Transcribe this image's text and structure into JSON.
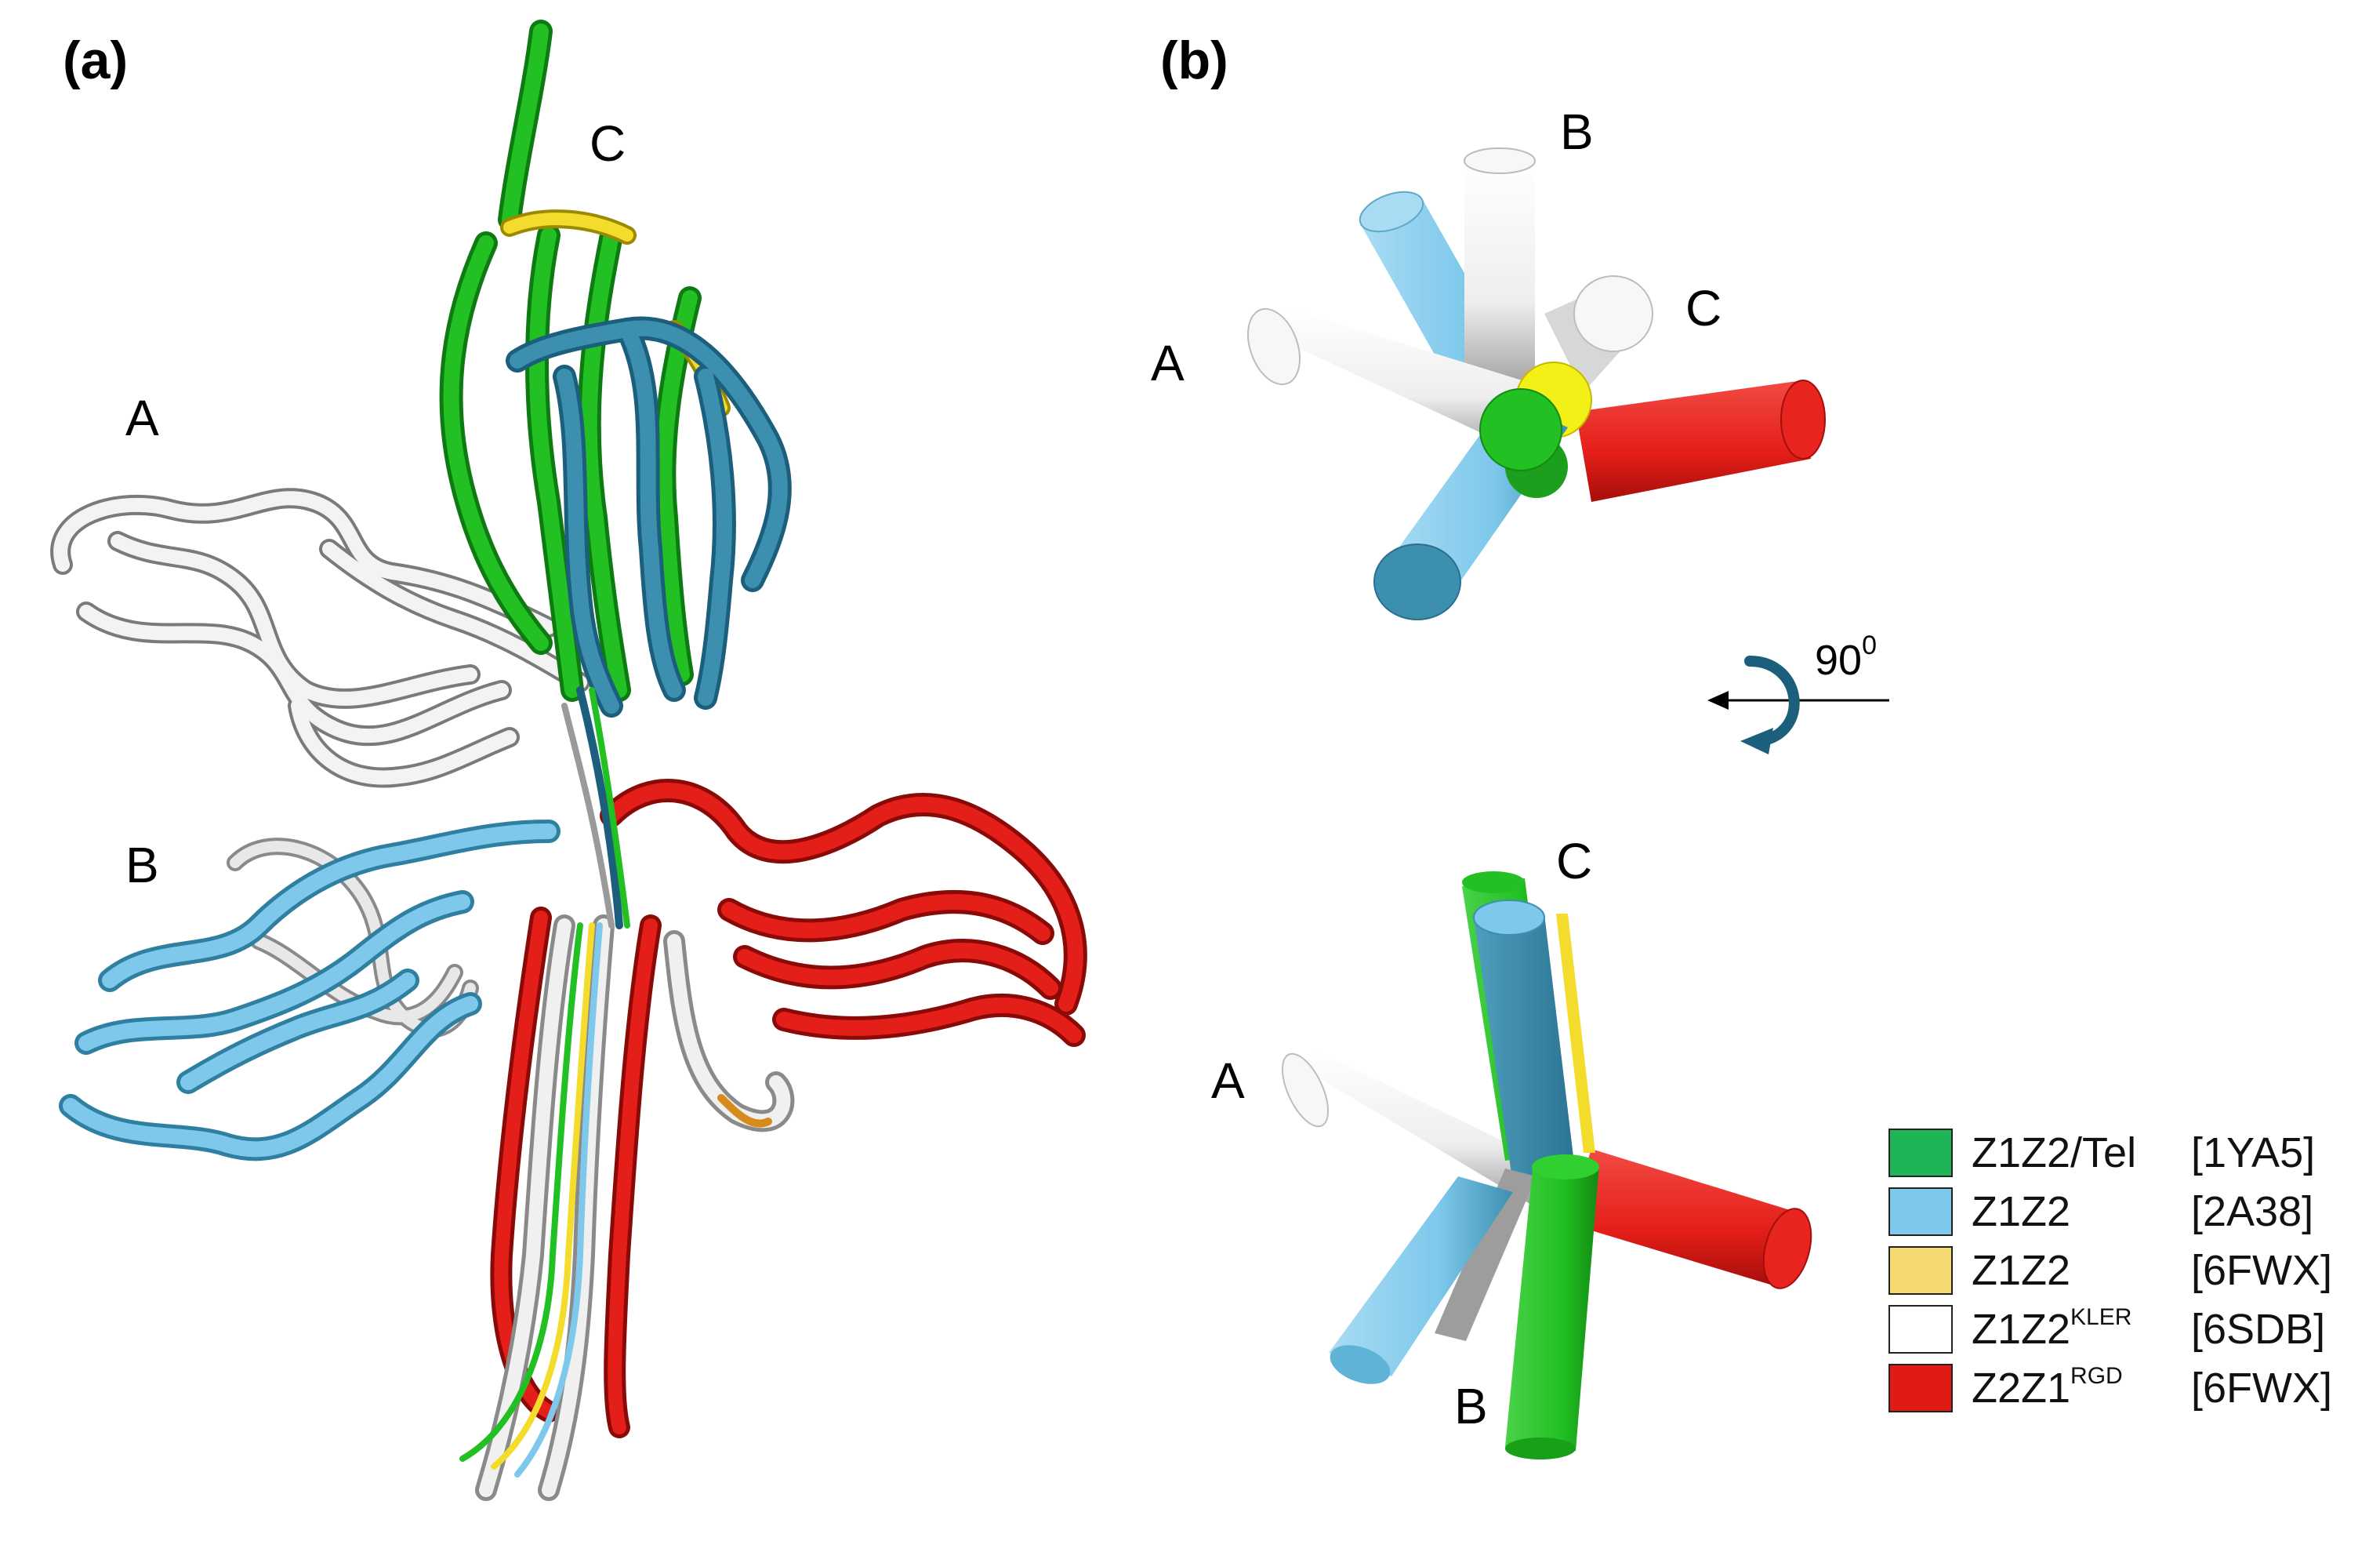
{
  "panels": {
    "a": {
      "label": "(a)",
      "domain_labels": {
        "A": "A",
        "B": "B",
        "C": "C"
      }
    },
    "b": {
      "label": "(b)",
      "top_view_labels": {
        "A": "A",
        "B": "B",
        "C": "C"
      },
      "side_view_labels": {
        "A": "A",
        "B": "B",
        "C": "C"
      },
      "rotation": {
        "angle": "90",
        "unit_sup": "0"
      }
    }
  },
  "legend": [
    {
      "name": "Z1Z2/Tel",
      "sup": "",
      "code": "[1YA5]",
      "color": "#1fb455"
    },
    {
      "name": "Z1Z2",
      "sup": "",
      "code": "[2A38]",
      "color": "#7ec8ec"
    },
    {
      "name": "Z1Z2",
      "sup": "",
      "code": "[6FWX]",
      "color": "#f5d86e"
    },
    {
      "name": "Z1Z2",
      "sup": "KLER",
      "code": "[6SDB]",
      "color": "#ffffff"
    },
    {
      "name": "Z2Z1",
      "sup": "RGD",
      "code": "[6FWX]",
      "color": "#e01b14"
    }
  ],
  "colors": {
    "green": "#1fb455",
    "light_blue": "#7ec8ec",
    "dark_blue": "#3d8fb0",
    "yellow": "#f3dc2c",
    "white": "#f2f2f2",
    "red": "#d81b17",
    "dark_red": "#a50e0c"
  }
}
